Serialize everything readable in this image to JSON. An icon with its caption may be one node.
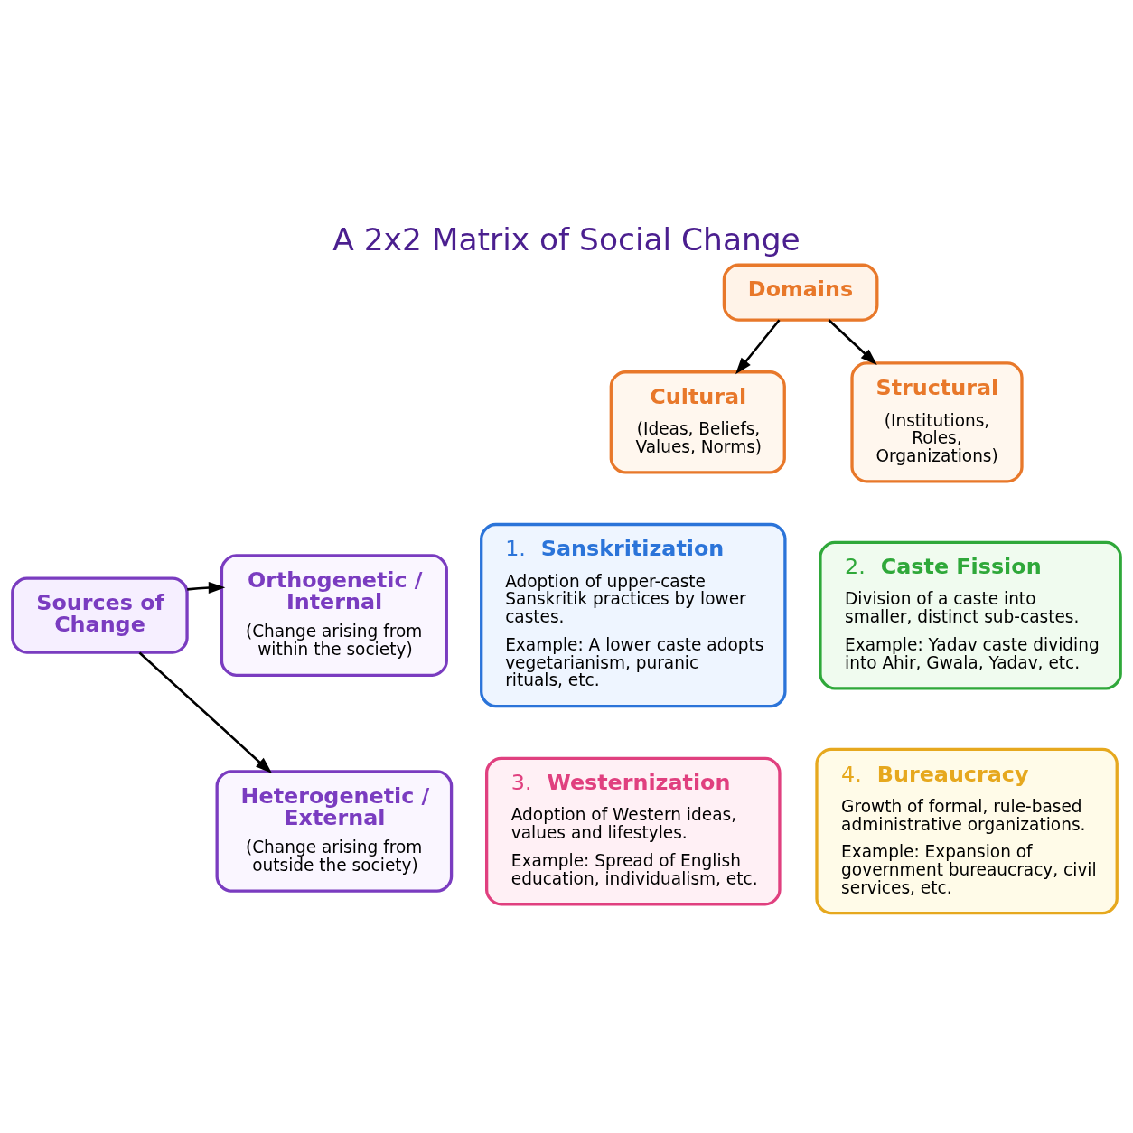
{
  "diagram": {
    "title": "A 2x2 Matrix of Social Change",
    "nodes": [
      {
        "text": [
          "Domains"
        ]
      },
      {
        "text": [
          "Cultural",
          "(Ideas, Beliefs, Values, Norms)"
        ]
      },
      {
        "text": [
          "Structural",
          "(Institutions, Roles, Organizations)"
        ]
      },
      {
        "text": [
          "Sources of Change"
        ]
      },
      {
        "text": [
          "Orthogenetic / Internal",
          "(Change arising from within the society)"
        ]
      },
      {
        "text": [
          "Heterogenetic / External",
          "(Change arising from outside the society)"
        ]
      },
      {
        "text": [
          "1.",
          "Sanskritization",
          "Adoption of upper-caste Sanskritik practices by lower castes.",
          "Example: A lower caste adopts vegetarianism, puranic rituals, etc."
        ]
      },
      {
        "text": [
          "2.",
          "Caste Fission",
          "Division of a caste into smaller, distinct sub-castes.",
          "Example: Yadav caste dividing into Ahir, Gwala, Yadav, etc."
        ]
      },
      {
        "text": [
          "3.",
          "Westernization",
          "Adoption of Western ideas, values and lifestyles.",
          "Example: Spread of English education, individualism, etc."
        ]
      },
      {
        "text": [
          "4.",
          "Bureaucracy",
          "Growth of formal, rule-based administrative organizations.",
          "Example: Expansion of government bureaucracy, civil services, etc."
        ]
      }
    ],
    "edges": [
      {
        "from": 0,
        "to": 1,
        "arrow": "to"
      },
      {
        "from": 0,
        "to": 2,
        "arrow": "to"
      },
      {
        "from": 3,
        "to": 4,
        "arrow": "to"
      },
      {
        "from": 3,
        "to": 5,
        "arrow": "to"
      }
    ]
  }
}
